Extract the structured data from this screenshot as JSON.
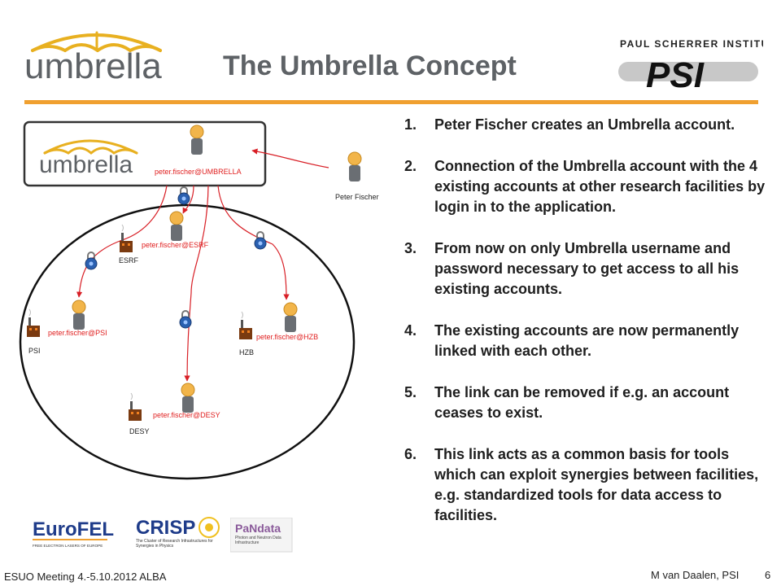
{
  "header": {
    "title": "The Umbrella Concept",
    "logo_left_text": "umbrella",
    "logo_right_name": "PAUL SCHERRER INSTITUT",
    "logo_right_mark": "PSI"
  },
  "diagram": {
    "box_logo_text": "umbrella",
    "umbrella_account": "peter.fischer@UMBRELLA",
    "person_label": "Peter Fischer",
    "facilities": [
      {
        "name": "ESRF",
        "account": "peter.fischer@ESRF"
      },
      {
        "name": "PSI",
        "account": "peter.fischer@PSI"
      },
      {
        "name": "HZB",
        "account": "peter.fischer@HZB"
      },
      {
        "name": "DESY",
        "account": "peter.fischer@DESY"
      }
    ]
  },
  "steps": [
    {
      "num": "1.",
      "text": "Peter Fischer creates an Umbrella account."
    },
    {
      "num": "2.",
      "text": "Connection of the Umbrella account with the 4 existing accounts at other research facilities by login in to the application."
    },
    {
      "num": "3.",
      "text": "From now on only Umbrella username and password necessary to get access to all his existing accounts."
    },
    {
      "num": "4.",
      "text": "The existing accounts are now permanently linked with each other."
    },
    {
      "num": "5.",
      "text": "The link can be removed if e.g. an account ceases to exist."
    },
    {
      "num": "6.",
      "text": "This link acts as a common basis for tools which can exploit synergies between facilities, e.g. standardized tools for data access to facilities."
    }
  ],
  "partner_logos": {
    "eurofel": "EuroFEL",
    "eurofel_sub": "FREE ELECTRON LASERS OF EUROPE",
    "crisp": "CRISP",
    "crisp_sub": "The Cluster of Research Infrastructures for Synergies in Physics",
    "pandata": "PaNdata",
    "pandata_sub": "Photon and Neutron Data Infrastructure"
  },
  "footer": {
    "left": "ESUO Meeting 4.-5.10.2012  ALBA",
    "right": "M van Daalen, PSI",
    "page": "6"
  },
  "colors": {
    "accent_orange": "#f0a030",
    "title_gray": "#5e6266",
    "arrow_red": "#d81f26",
    "umbrella_gold": "#e8b020"
  }
}
